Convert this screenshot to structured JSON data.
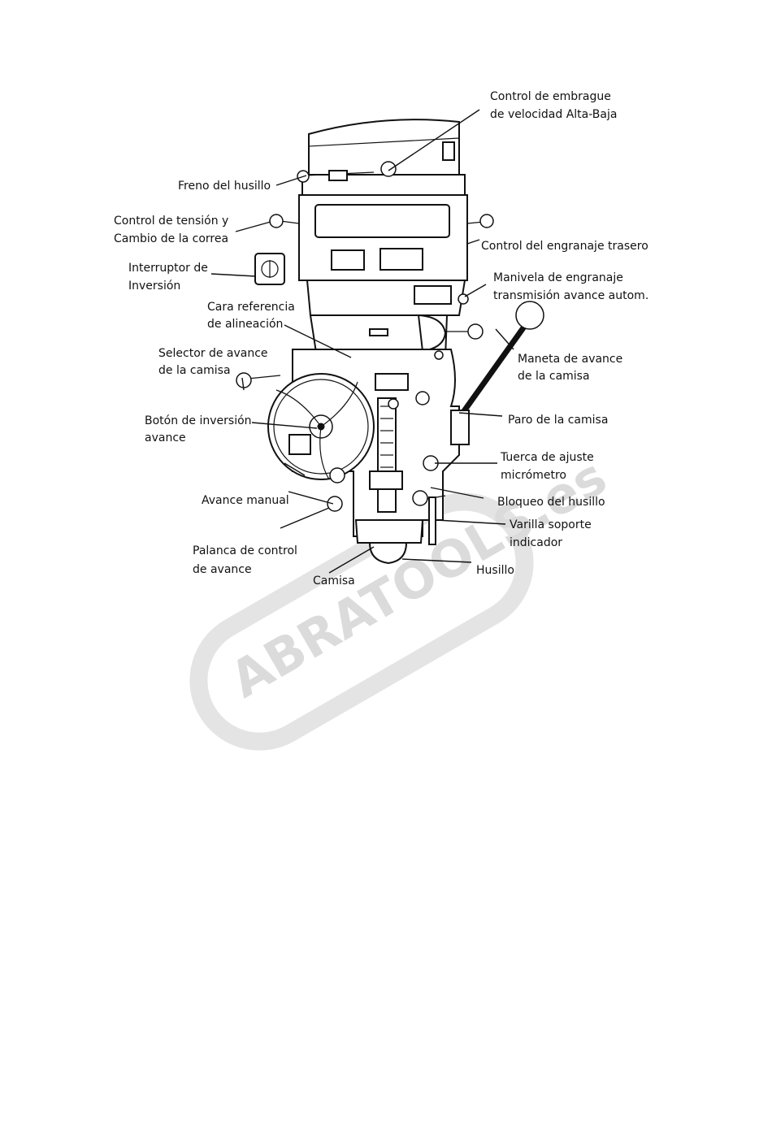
{
  "watermark": {
    "text": "ABRATOOLS.es",
    "color": "#d8d8d8"
  },
  "labels": {
    "embrague_1": "Control de embrague",
    "embrague_2": "de velocidad Alta-Baja",
    "freno": "Freno del husillo",
    "tension_1": "Control de tensión y",
    "tension_2": "Cambio de la correa",
    "interruptor_1": "Interruptor de",
    "interruptor_2": "Inversión",
    "trasero": "Control del engranaje trasero",
    "manivela_1": "Manivela de engranaje",
    "manivela_2": "transmisión avance autom.",
    "cara_1": "Cara referencia",
    "cara_2": "de alineación",
    "selector_1": "Selector de avance",
    "selector_2": "de la camisa",
    "maneta_1": "Maneta de avance",
    "maneta_2": "de la camisa",
    "boton_1": "Botón de inversión",
    "boton_2": "avance",
    "paro": "Paro de la camisa",
    "tuerca_1": "Tuerca de ajuste",
    "tuerca_2": "micrómetro",
    "avance_manual": "Avance manual",
    "bloqueo": "Bloqueo del husillo",
    "varilla_1": "Varilla soporte",
    "varilla_2": "indicador",
    "palanca_1": "Palanca de control",
    "palanca_2": "de avance",
    "camisa": "Camisa",
    "husillo": "Husillo"
  }
}
